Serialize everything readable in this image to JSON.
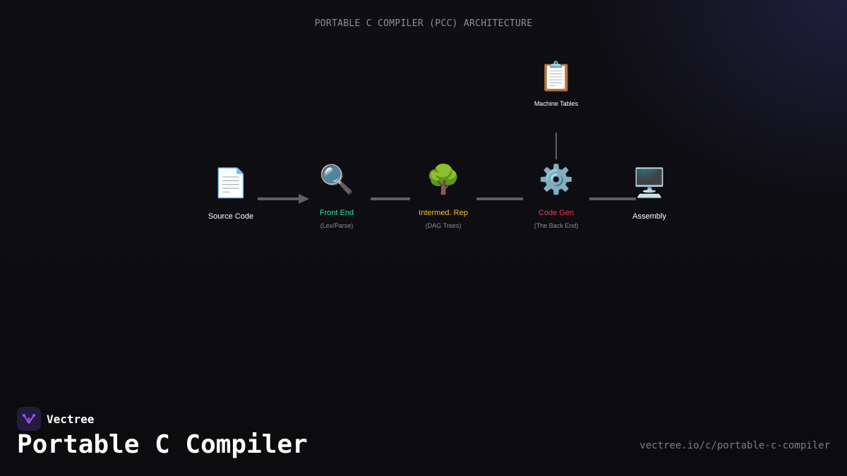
{
  "diagram": {
    "title": "PORTABLE C COMPILER (PCC) ARCHITECTURE",
    "nodes": [
      {
        "id": "source-code",
        "icon": "document-icon",
        "glyph": "📄",
        "label": "Source Code",
        "sub": "",
        "color": "#ffffff"
      },
      {
        "id": "front-end",
        "icon": "magnifier-icon",
        "glyph": "🔍",
        "label": "Front End",
        "sub": "(Lex/Parse)",
        "color": "#2ee6b0"
      },
      {
        "id": "intermed-rep",
        "icon": "tree-icon",
        "glyph": "🌳",
        "label": "Intermed. Rep",
        "sub": "(DAG Trees)",
        "color": "#f2c12e"
      },
      {
        "id": "code-gen",
        "icon": "gear-icon",
        "glyph": "⚙️",
        "label": "Code Gen",
        "sub": "(The Back End)",
        "color": "#f2385a"
      },
      {
        "id": "assembly",
        "icon": "monitor-icon",
        "glyph": "🖥️",
        "label": "Assembly",
        "sub": "",
        "color": "#ffffff"
      },
      {
        "id": "machine-tables",
        "icon": "clipboard-icon",
        "glyph": "📋",
        "label": "Machine Tables",
        "sub": "",
        "color": "#ffffff"
      }
    ]
  },
  "brand": {
    "name": "Vectree",
    "logo_icon": "vectree-logo-icon"
  },
  "page": {
    "title": "Portable C Compiler",
    "url": "vectree.io/c/portable-c-compiler"
  },
  "colors": {
    "background": "#0f0e13",
    "connector": "#5f5f66",
    "muted_text": "#8d8d96",
    "brand_purple": "#a64dff"
  }
}
